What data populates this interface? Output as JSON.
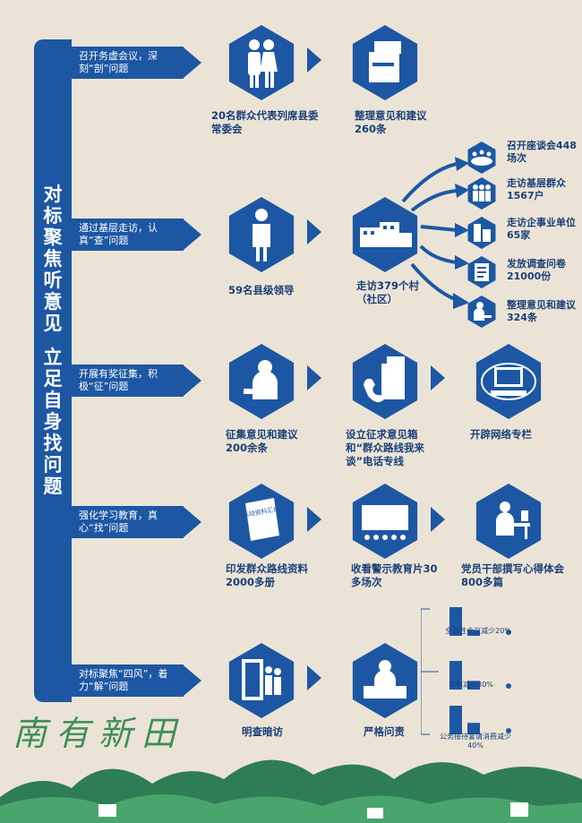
{
  "title": [
    "对",
    "标",
    "聚",
    "焦",
    "听",
    "意",
    "见",
    "立",
    "足",
    "自",
    "身",
    "找",
    "问",
    "题"
  ],
  "branches": [
    {
      "label": "召开务虚会议，深刻“剖”问题"
    },
    {
      "label": "通过基层走访，认真“查”问题"
    },
    {
      "label": "开展有奖征集，积极“征”问题"
    },
    {
      "label": "强化学习教育，真心“找”问题"
    },
    {
      "label": "对标聚焦“四风”，着力“解”问题"
    }
  ],
  "row1": {
    "item1": "20名群众代表列席县委常委会",
    "item2": "整理意见和建议260条"
  },
  "row2": {
    "item1": "59名县级领导",
    "item2": "走访379个村（社区）",
    "subs": [
      {
        "label": "召开座谈会448场次",
        "icon": "meeting-icon"
      },
      {
        "label": "走访基层群众1567户",
        "icon": "people-icon"
      },
      {
        "label": "走访企事业单位65家",
        "icon": "building-icon"
      },
      {
        "label": "发放调查问卷21000份",
        "icon": "questionnaire-icon"
      },
      {
        "label": "整理意见和建议324条",
        "icon": "writing-icon"
      }
    ]
  },
  "row3": {
    "item1": "征集意见和建议200余条",
    "item2": "设立征求意见箱和“群众路线我来谈”电话专线",
    "item3": "开辟网络专栏"
  },
  "row4": {
    "item1": "印发群众路线资料2000多册",
    "item2": "收看警示教育片30多场次",
    "item3": "党员干部撰写心得体会800多篇",
    "book_text": "活动资料汇编"
  },
  "row5": {
    "item1": "明查暗访",
    "item2": "严格问责",
    "chart_data": {
      "type": "bar",
      "groups": [
        {
          "label": "全县性会议减少20%",
          "values": [
            1,
            0.2
          ]
        },
        {
          "label": "表彰减少30%",
          "values": [
            1,
            0.3
          ]
        },
        {
          "label": "公务接待宴请消费减少40%",
          "values": [
            1,
            0.4
          ]
        }
      ]
    }
  },
  "logo_text": "南有新田",
  "colors": {
    "primary": "#1d57a3",
    "background": "#ebe4d6",
    "green": "#3f8f5a"
  }
}
